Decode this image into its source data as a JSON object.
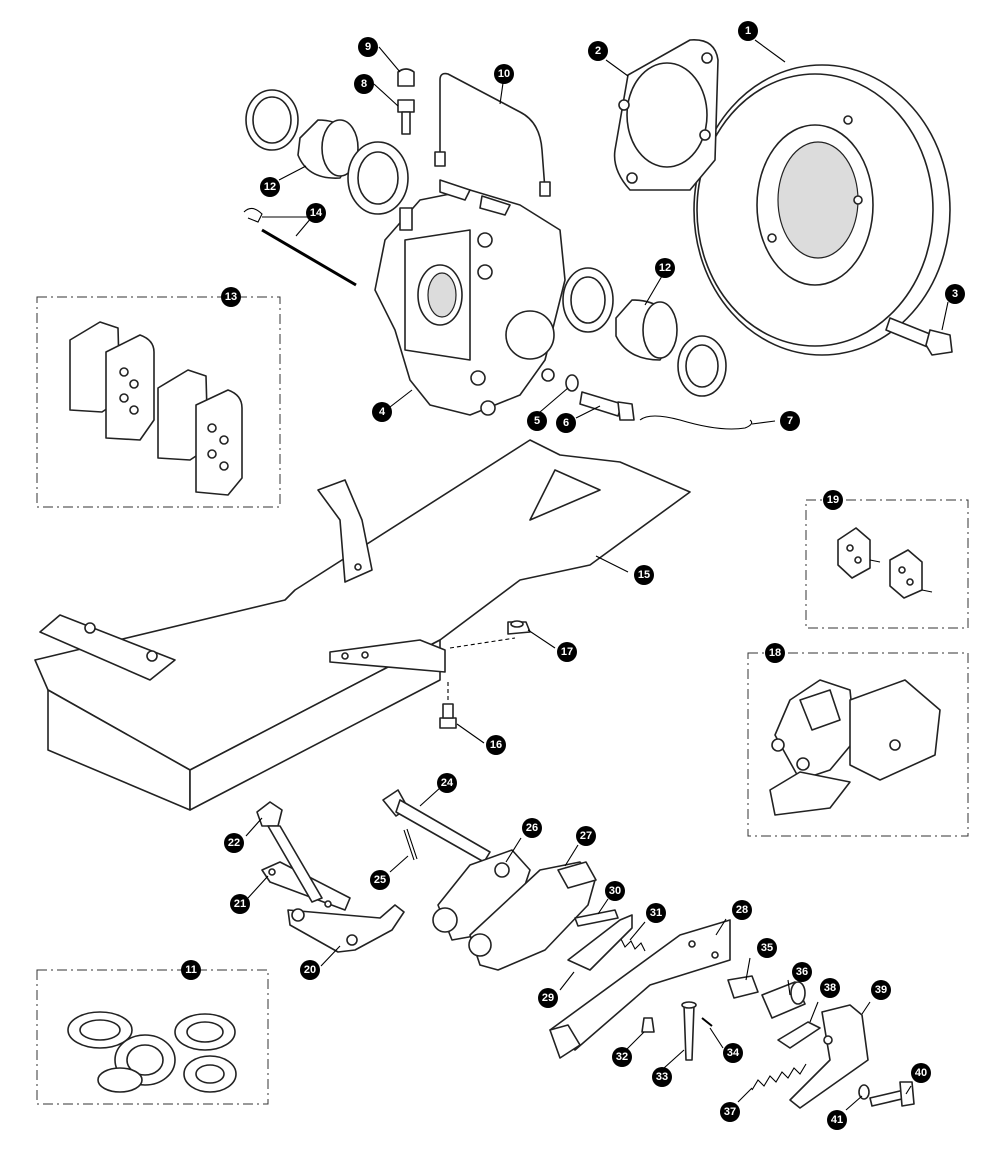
{
  "callouts": [
    {
      "id": "c1",
      "label": "1"
    },
    {
      "id": "c2",
      "label": "2"
    },
    {
      "id": "c3",
      "label": "3"
    },
    {
      "id": "c4",
      "label": "4"
    },
    {
      "id": "c5",
      "label": "5"
    },
    {
      "id": "c6",
      "label": "6"
    },
    {
      "id": "c7",
      "label": "7"
    },
    {
      "id": "c8",
      "label": "8"
    },
    {
      "id": "c9",
      "label": "9"
    },
    {
      "id": "c10",
      "label": "10"
    },
    {
      "id": "c11",
      "label": "11"
    },
    {
      "id": "c12a",
      "label": "12"
    },
    {
      "id": "c12b",
      "label": "12"
    },
    {
      "id": "c13",
      "label": "13"
    },
    {
      "id": "c14",
      "label": "14"
    },
    {
      "id": "c15",
      "label": "15"
    },
    {
      "id": "c16",
      "label": "16"
    },
    {
      "id": "c17",
      "label": "17"
    },
    {
      "id": "c18",
      "label": "18"
    },
    {
      "id": "c19",
      "label": "19"
    },
    {
      "id": "c20",
      "label": "20"
    },
    {
      "id": "c21",
      "label": "21"
    },
    {
      "id": "c22",
      "label": "22"
    },
    {
      "id": "c24",
      "label": "24"
    },
    {
      "id": "c25",
      "label": "25"
    },
    {
      "id": "c26",
      "label": "26"
    },
    {
      "id": "c27",
      "label": "27"
    },
    {
      "id": "c28",
      "label": "28"
    },
    {
      "id": "c29",
      "label": "29"
    },
    {
      "id": "c30",
      "label": "30"
    },
    {
      "id": "c31",
      "label": "31"
    },
    {
      "id": "c32",
      "label": "32"
    },
    {
      "id": "c33",
      "label": "33"
    },
    {
      "id": "c34",
      "label": "34"
    },
    {
      "id": "c35",
      "label": "35"
    },
    {
      "id": "c36",
      "label": "36"
    },
    {
      "id": "c37",
      "label": "37"
    },
    {
      "id": "c38",
      "label": "38"
    },
    {
      "id": "c39",
      "label": "39"
    },
    {
      "id": "c40",
      "label": "40"
    },
    {
      "id": "c41",
      "label": "41"
    }
  ]
}
